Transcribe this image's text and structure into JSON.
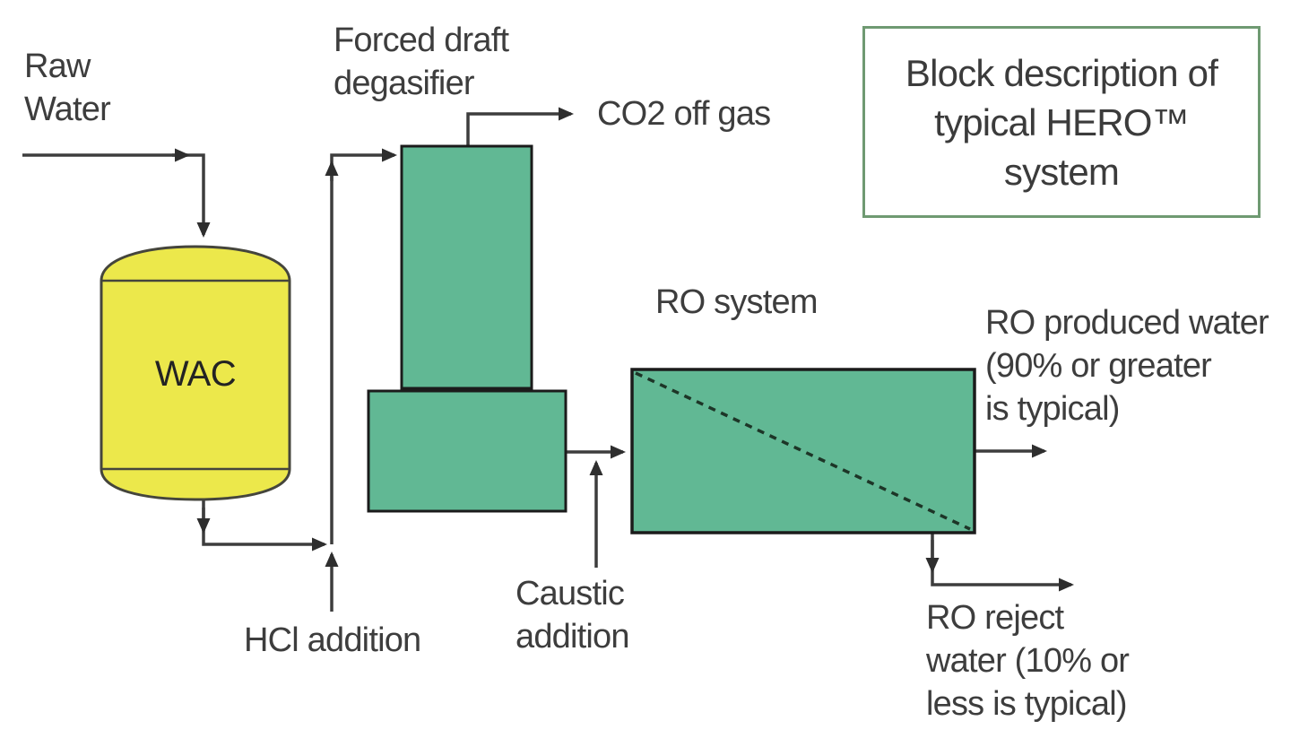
{
  "title_box": {
    "text": "Block description of\ntypical HERO™\nsystem",
    "border_color": "#6f9a72"
  },
  "labels": {
    "raw_water": "Raw\nWater",
    "forced_draft_degasifier": "Forced draft\ndegasifier",
    "co2_off_gas": "CO2 off gas",
    "wac": "WAC",
    "hcl_addition": "HCl addition",
    "caustic_addition": "Caustic\naddition",
    "ro_system": "RO system",
    "ro_produced_water": "RO produced water\n(90% or greater\nis typical)",
    "ro_reject_water": "RO reject\nwater (10% or\nless is typical)"
  },
  "colors": {
    "unit_green": "#61b894",
    "vessel_yellow": "#ece84b",
    "line_gray": "#3d3d3d",
    "shape_stroke": "#1b1b1b",
    "vessel_stroke": "#45453c",
    "box_border_green": "#6f9a72",
    "text_gray": "#3d3d3d"
  },
  "diagram": {
    "type": "process-flow-block-diagram",
    "nodes": [
      {
        "id": "wac",
        "label": "WAC",
        "shape": "vessel",
        "fill": "#ece84b"
      },
      {
        "id": "degasifier",
        "label": "Forced draft degasifier",
        "shape": "tower-with-sump",
        "fill": "#61b894"
      },
      {
        "id": "ro",
        "label": "RO system",
        "shape": "membrane-rect-diagonal",
        "fill": "#61b894"
      }
    ],
    "flows": [
      {
        "from": "Raw Water",
        "to": "WAC"
      },
      {
        "from": "WAC",
        "to": "Forced draft degasifier",
        "injection": "HCl addition"
      },
      {
        "from": "Forced draft degasifier",
        "to": "CO2 off gas",
        "note": "vent"
      },
      {
        "from": "Forced draft degasifier",
        "to": "RO system",
        "injection": "Caustic addition"
      },
      {
        "from": "RO system",
        "to": "RO produced water (90% or greater is typical)"
      },
      {
        "from": "RO system",
        "to": "RO reject water (10% or less is typical)"
      }
    ]
  }
}
